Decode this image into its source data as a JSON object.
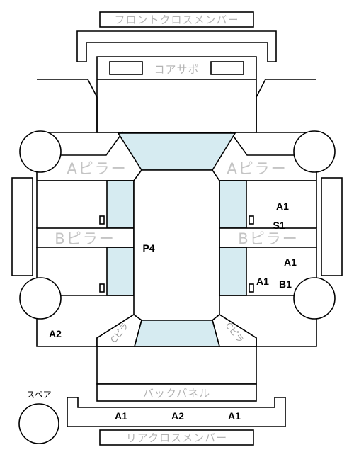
{
  "labels": {
    "front_cross_member": "フロントクロスメンバー",
    "core_support": "コアサポ",
    "a_pillar_left": "Aピラー",
    "a_pillar_right": "Aピラー",
    "b_pillar_left": "Bピラー",
    "b_pillar_right": "Bピラー",
    "c_pillar_left": "Cピラ",
    "c_pillar_right": "Cピラ",
    "back_panel": "バックパネル",
    "rear_cross_member": "リアクロスメンバー",
    "spare": "スペア"
  },
  "codes": {
    "roof": "P4",
    "right_front": "A1",
    "right_s1": "S1",
    "right_mid": "A1",
    "right_rear_a1": "A1",
    "right_rear_b1": "B1",
    "left_rear": "A2",
    "rear_left": "A1",
    "rear_mid": "A2",
    "rear_right": "A1"
  }
}
